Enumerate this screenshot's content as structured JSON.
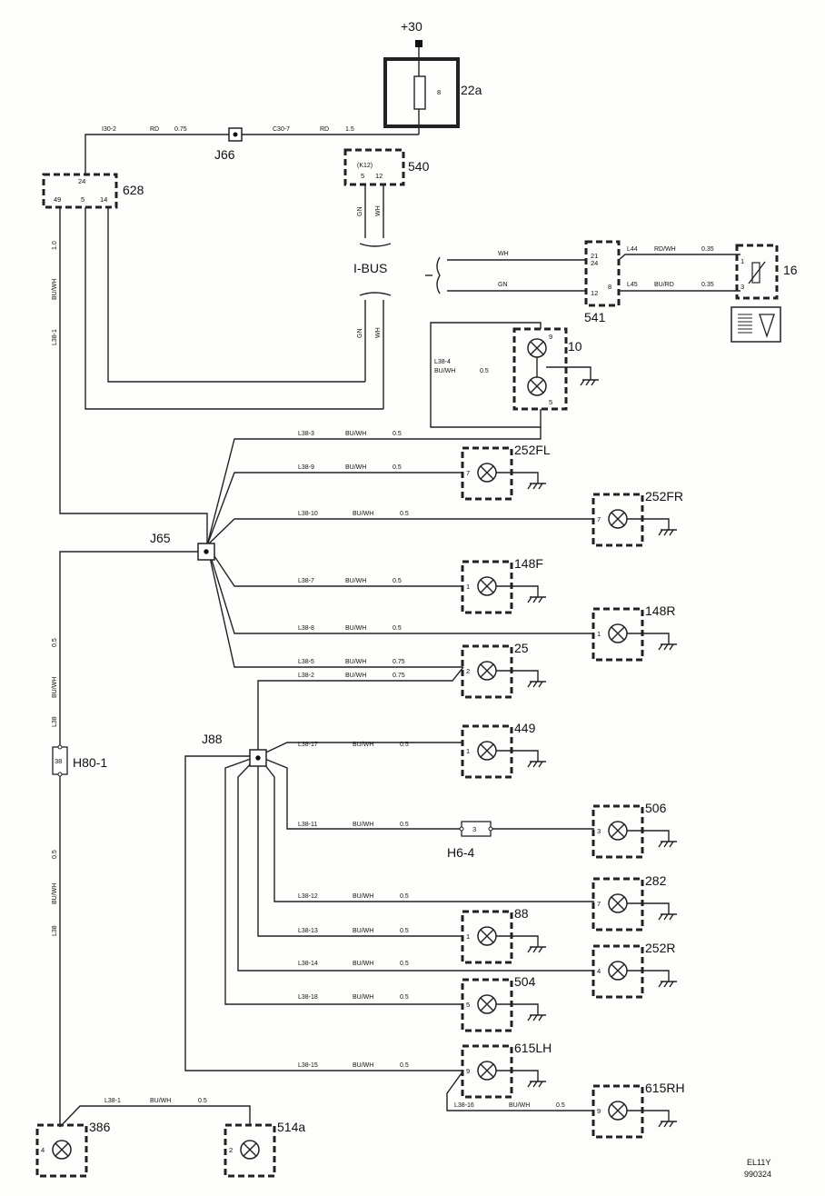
{
  "supply": "+30",
  "fuse": {
    "pin": "8",
    "name": "22a"
  },
  "nodes": {
    "j66": "J66",
    "j65": "J65",
    "j88": "J88",
    "h80": "H80-1",
    "h80_pin": "38",
    "h6": "H6-4",
    "h6_pin": "3",
    "ibus": "I-BUS"
  },
  "m628": {
    "name": "628",
    "pin_top": "24",
    "pins": [
      "49",
      "5",
      "14"
    ]
  },
  "m540": {
    "name": "540",
    "sub": "(K12)",
    "pins": [
      "5",
      "12"
    ]
  },
  "m541": {
    "name": "541",
    "pins": [
      "21",
      "24",
      "12",
      "8"
    ]
  },
  "m16": {
    "name": "16",
    "pins": [
      "1",
      "3"
    ]
  },
  "m10": {
    "name": "10",
    "pins": [
      "9",
      "5"
    ]
  },
  "wires": {
    "w1": [
      "I30-2",
      "RD",
      "0.75"
    ],
    "w2": [
      "C30-7",
      "RD",
      "1.5"
    ],
    "w3": [
      "L38-1",
      "BU/WH",
      "1.0"
    ],
    "ibus_gn": "GN",
    "ibus_wh": "WH",
    "w541a": [
      "WH"
    ],
    "w541b": [
      "GN"
    ],
    "w16a": [
      "L44",
      "RD/WH",
      "0.35"
    ],
    "w16b": [
      "L45",
      "BU/RD",
      "0.35"
    ],
    "w10": [
      "L38-4",
      "BU/WH",
      "0.5"
    ],
    "h80_top": [
      "L38",
      "BU/WH",
      "0.5"
    ],
    "h80_bot": [
      "L38",
      "BU/WH",
      "0.5"
    ],
    "bottom": [
      "L38-1",
      "BU/WH",
      "0.5"
    ]
  },
  "branches_j65": [
    {
      "wire": "L38-3",
      "color": "BU/WH",
      "size": "0.5"
    },
    {
      "wire": "L38-9",
      "color": "BU/WH",
      "size": "0.5",
      "pin": "7",
      "comp": "252FL"
    },
    {
      "wire": "L38-10",
      "color": "BU/WH",
      "size": "0.5",
      "pin": "7",
      "comp": "252FR"
    },
    {
      "wire": "L38-7",
      "color": "BU/WH",
      "size": "0.5",
      "pin": "1",
      "comp": "148F"
    },
    {
      "wire": "L38-8",
      "color": "BU/WH",
      "size": "0.5",
      "pin": "1",
      "comp": "148R"
    },
    {
      "wire": "L38-5",
      "color": "BU/WH",
      "size": "0.75",
      "pin": "2",
      "comp": "25"
    },
    {
      "wire": "L38-2",
      "color": "BU/WH",
      "size": "0.75"
    }
  ],
  "branches_j88": [
    {
      "wire": "L38-17",
      "color": "BU/WH",
      "size": "0.5",
      "pin": "1",
      "comp": "449"
    },
    {
      "wire": "L38-11",
      "color": "BU/WH",
      "size": "0.5",
      "pin": "3",
      "comp": "506"
    },
    {
      "wire": "L38-12",
      "color": "BU/WH",
      "size": "0.5",
      "pin": "7",
      "comp": "282"
    },
    {
      "wire": "L38-13",
      "color": "BU/WH",
      "size": "0.5",
      "pin": "1",
      "comp": "88"
    },
    {
      "wire": "L38-14",
      "color": "BU/WH",
      "size": "0.5",
      "pin": "4",
      "comp": "252R"
    },
    {
      "wire": "L38-18",
      "color": "BU/WH",
      "size": "0.5",
      "pin": "5",
      "comp": "504"
    },
    {
      "wire": "L38-15",
      "color": "BU/WH",
      "size": "0.5",
      "pin": "9",
      "comp": "615LH"
    },
    {
      "wire": "L38-16",
      "color": "BU/WH",
      "size": "0.5",
      "pin": "9",
      "comp": "615RH"
    }
  ],
  "bottom_lamps": [
    {
      "pin": "4",
      "comp": "386"
    },
    {
      "pin": "2",
      "comp": "514a"
    }
  ],
  "footer": {
    "code": "EL11Y",
    "date": "990324"
  }
}
